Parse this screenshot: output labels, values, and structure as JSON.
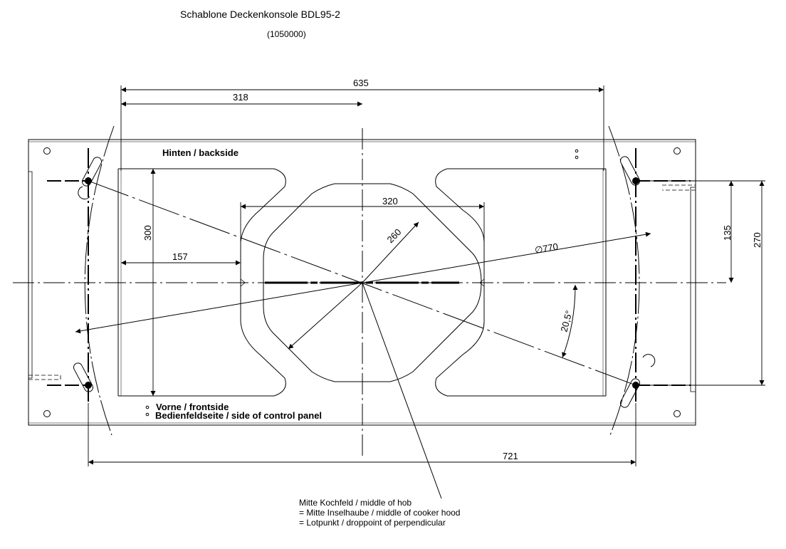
{
  "title": "Schablone Deckenkonsole  BDL95-2",
  "subtitle": "(1050000)",
  "dimensions": {
    "total_width": "635",
    "half_width": "318",
    "inner_width": "320",
    "radius": "260",
    "diameter": "∅770",
    "height": "300",
    "offset": "157",
    "angle": "20,5°",
    "right_half_height": "135",
    "right_height": "270",
    "bottom_width": "721"
  },
  "labels": {
    "back": "Hinten / backside",
    "front": "Vorne /  frontside",
    "control_panel": "Bedienfeldseite / side of control panel"
  },
  "note": {
    "line1": "Mitte Kochfeld / middle of hob",
    "line2": "= Mitte Inselhaube / middle of cooker hood",
    "line3": "= Lotpunkt / droppoint of perpendicular"
  }
}
